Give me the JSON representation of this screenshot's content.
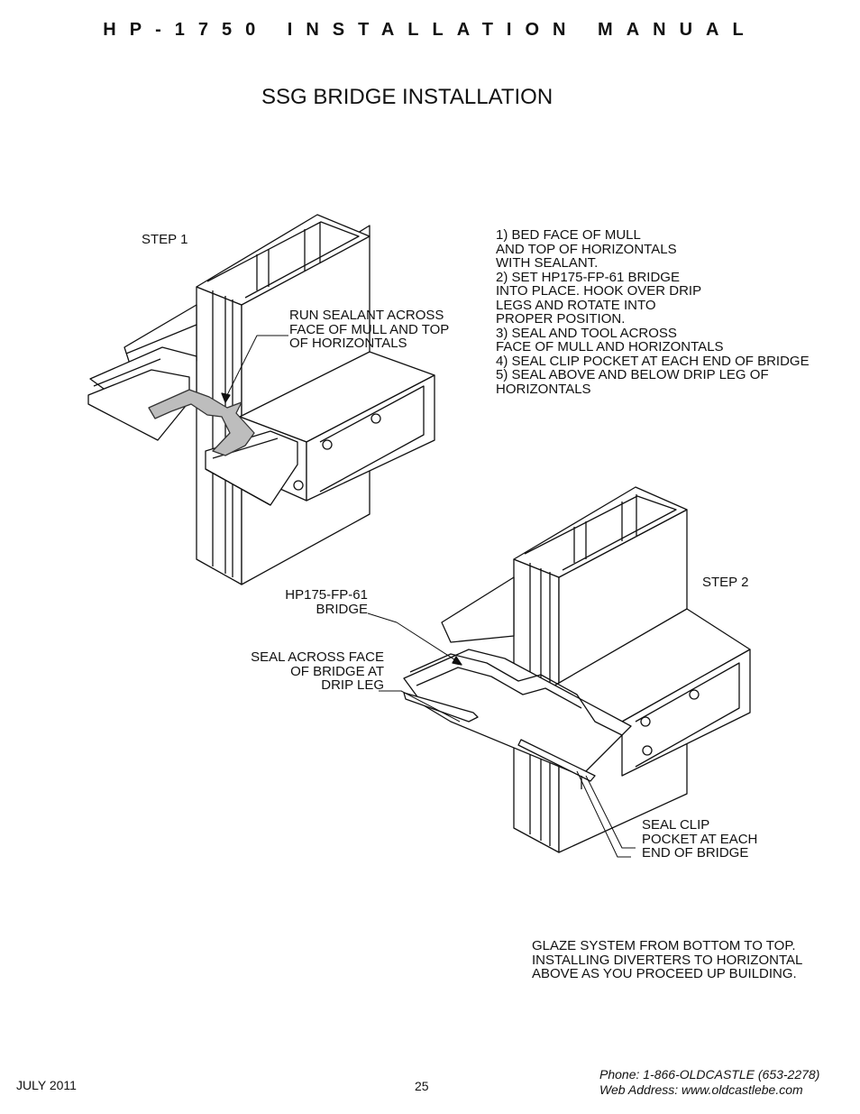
{
  "header": "HP-1750 INSTALLATION MANUAL",
  "title": "SSG BRIDGE INSTALLATION",
  "step1": {
    "label": "STEP 1",
    "callout": "RUN SEALANT ACROSS\nFACE OF MULL AND TOP\nOF HORIZONTALS"
  },
  "instructions": "1) BED FACE OF MULL\nAND TOP OF HORIZONTALS\nWITH SEALANT.\n2) SET HP175-FP-61 BRIDGE\nINTO PLACE. HOOK OVER DRIP\nLEGS AND ROTATE INTO\nPROPER POSITION.\n3) SEAL AND TOOL ACROSS\nFACE OF MULL AND HORIZONTALS\n4) SEAL CLIP POCKET AT EACH END OF BRIDGE\n5) SEAL ABOVE AND BELOW DRIP LEG OF\nHORIZONTALS",
  "step2": {
    "label": "STEP 2",
    "bridge_callout": "HP175-FP-61\nBRIDGE",
    "seal_face_callout": "SEAL ACROSS FACE\nOF BRIDGE AT\nDRIP LEG",
    "seal_clip_callout": "SEAL CLIP\nPOCKET AT EACH\nEND OF BRIDGE"
  },
  "note": "GLAZE SYSTEM FROM BOTTOM TO TOP.\nINSTALLING DIVERTERS TO HORIZONTAL\nABOVE AS YOU PROCEED UP BUILDING.",
  "footer": {
    "date": "JULY 2011",
    "page": "25",
    "phone": "Phone: 1-866-OLDCASTLE (653-2278)",
    "web": "Web Address: www.oldcastlebe.com"
  }
}
